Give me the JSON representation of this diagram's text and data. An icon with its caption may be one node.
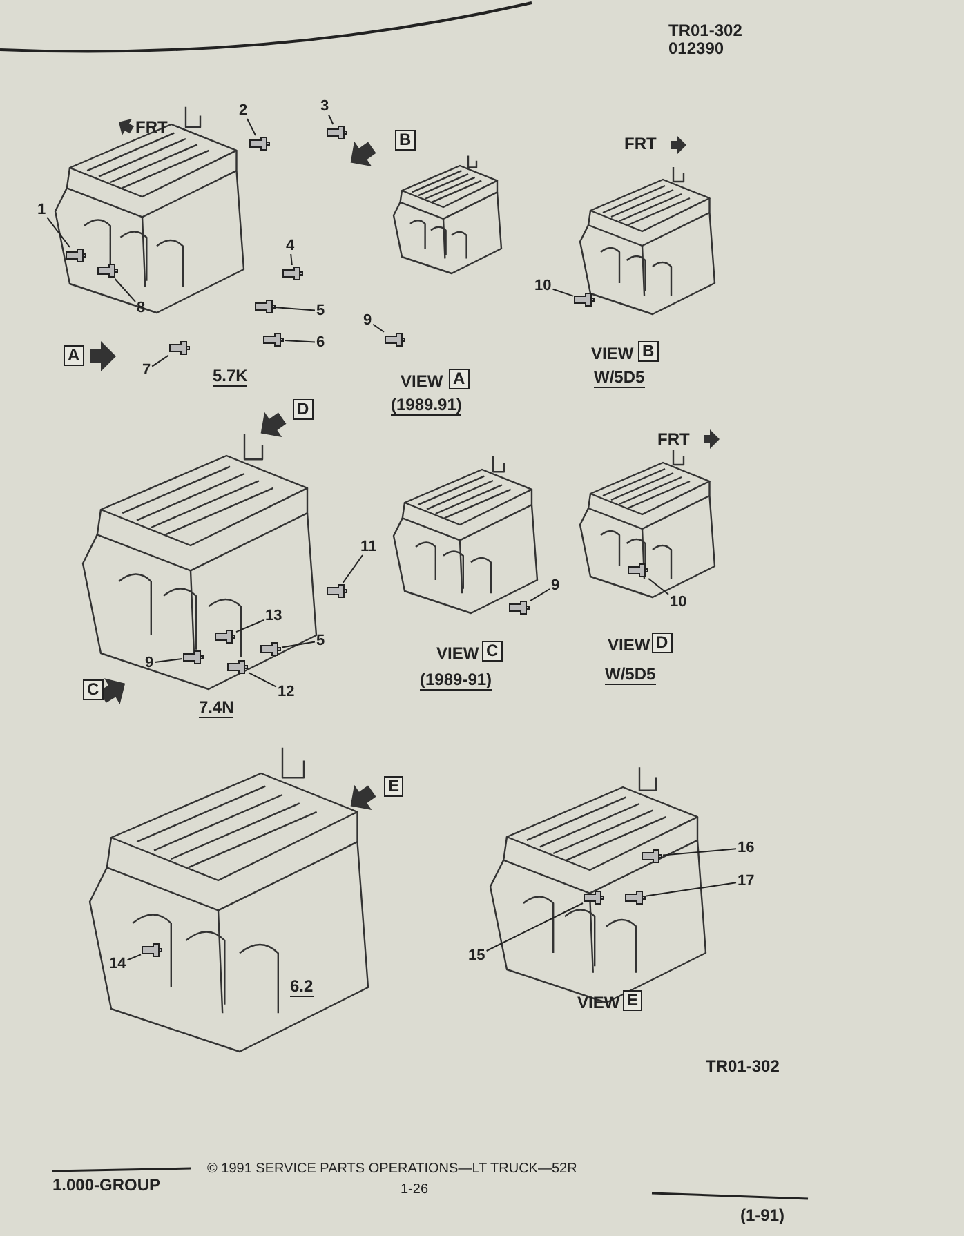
{
  "diagram": {
    "nodes": [
      {
        "text": [
          "1"
        ]
      },
      {
        "text": [
          "2"
        ]
      },
      {
        "text": [
          "3"
        ]
      },
      {
        "text": [
          "4"
        ]
      },
      {
        "text": [
          "5"
        ]
      },
      {
        "text": [
          "6"
        ]
      },
      {
        "text": [
          "7"
        ]
      },
      {
        "text": [
          "8"
        ]
      },
      {
        "text": [
          "9"
        ]
      },
      {
        "text": [
          "10"
        ]
      },
      {
        "text": [
          "11"
        ]
      },
      {
        "text": [
          "13"
        ]
      },
      {
        "text": [
          "5"
        ]
      },
      {
        "text": [
          "9"
        ]
      },
      {
        "text": [
          "12"
        ]
      },
      {
        "text": [
          "9"
        ]
      },
      {
        "text": [
          "10"
        ]
      },
      {
        "text": [
          "14"
        ]
      },
      {
        "text": [
          "16"
        ]
      },
      {
        "text": [
          "17"
        ]
      },
      {
        "text": [
          "15"
        ]
      },
      {
        "text": [],
        "shape": "picture"
      },
      {
        "text": [],
        "shape": "picture"
      },
      {
        "text": [],
        "shape": "picture"
      },
      {
        "text": [],
        "shape": "picture"
      },
      {
        "text": [],
        "shape": "picture"
      },
      {
        "text": [],
        "shape": "picture"
      },
      {
        "text": [],
        "shape": "picture"
      },
      {
        "text": [],
        "shape": "picture"
      },
      {
        "text": [],
        "shape": "picture"
      },
      {
        "text": [],
        "shape": "picture"
      },
      {
        "text": [],
        "shape": "picture"
      },
      {
        "text": [],
        "shape": "picture"
      },
      {
        "text": [],
        "shape": "picture"
      },
      {
        "text": [],
        "shape": "picture"
      },
      {
        "text": [],
        "shape": "picture"
      },
      {
        "text": [],
        "shape": "picture"
      },
      {
        "text": [],
        "shape": "picture"
      },
      {
        "text": [],
        "shape": "picture"
      },
      {
        "text": [],
        "shape": "picture"
      },
      {
        "text": [],
        "shape": "picture"
      },
      {
        "text": [],
        "shape": "picture"
      }
    ],
    "edges": [
      {
        "from": 0,
        "to": 21,
        "arrow": "none"
      },
      {
        "from": 1,
        "to": 22,
        "arrow": "none"
      },
      {
        "from": 2,
        "to": 23,
        "arrow": "none"
      },
      {
        "from": 3,
        "to": 24,
        "arrow": "none"
      },
      {
        "from": 4,
        "to": 25,
        "arrow": "none"
      },
      {
        "from": 5,
        "to": 26,
        "arrow": "none"
      },
      {
        "from": 6,
        "to": 27,
        "arrow": "none"
      },
      {
        "from": 7,
        "to": 28,
        "arrow": "none"
      },
      {
        "from": 8,
        "to": 29,
        "arrow": "none"
      },
      {
        "from": 9,
        "to": 30,
        "arrow": "none"
      },
      {
        "from": 10,
        "to": 31,
        "arrow": "none"
      },
      {
        "from": 11,
        "to": 32,
        "arrow": "none"
      },
      {
        "from": 12,
        "to": 33,
        "arrow": "none"
      },
      {
        "from": 13,
        "to": 34,
        "arrow": "none"
      },
      {
        "from": 14,
        "to": 35,
        "arrow": "none"
      },
      {
        "from": 15,
        "to": 36,
        "arrow": "none"
      },
      {
        "from": 16,
        "to": 37,
        "arrow": "none"
      },
      {
        "from": 17,
        "to": 38,
        "arrow": "none"
      },
      {
        "from": 18,
        "to": 39,
        "arrow": "none"
      },
      {
        "from": 19,
        "to": 40,
        "arrow": "none"
      },
      {
        "from": 20,
        "to": 41,
        "arrow": "none"
      }
    ],
    "labels": [
      "TR01-302",
      "012390",
      "FRT",
      "B",
      "FRT",
      "A",
      "5.7K",
      "VIEW",
      "A",
      "(1989.91)",
      "VIEW",
      "B",
      "W/5D5",
      "D",
      "FRT",
      "VIEW",
      "C",
      "(1989-91)",
      "VIEW",
      "D",
      "W/5D5",
      "C",
      "7.4N",
      "E",
      "6.2",
      "VIEW",
      "E",
      "TR01-302",
      "© 1991 SERVICE PARTS OPERATIONS—LT TRUCK—52R",
      "1.000-GROUP",
      "1-26",
      "(1-91)"
    ]
  }
}
